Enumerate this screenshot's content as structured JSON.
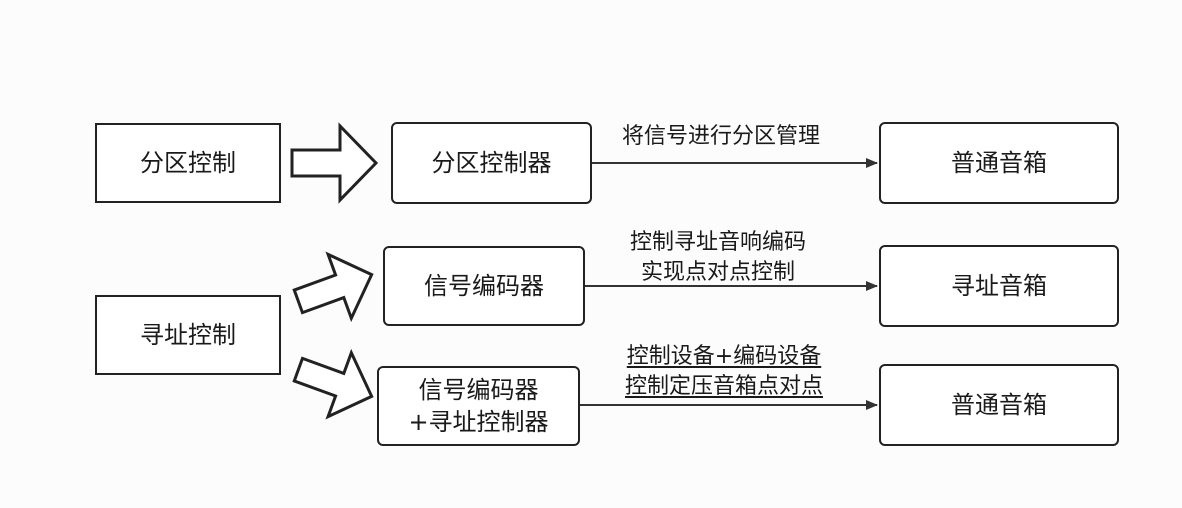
{
  "left_boxes": {
    "zone_control": "分区控制",
    "address_control": "寻址控制"
  },
  "device_boxes": {
    "zone_controller": "分区控制器",
    "signal_encoder": "信号编码器",
    "combo_line1": "信号编码器",
    "combo_line2": "+寻址控制器"
  },
  "speaker_boxes": {
    "speaker_1": "普通音箱",
    "speaker_2": "寻址音箱",
    "speaker_3": "普通音箱"
  },
  "arrow_labels": {
    "row1": "将信号进行分区管理",
    "row2_line1": "控制寻址音响编码",
    "row2_line2": "实现点对点控制",
    "row3_line1": "控制设备+编码设备",
    "row3_line2": "控制定压音箱点对点"
  }
}
